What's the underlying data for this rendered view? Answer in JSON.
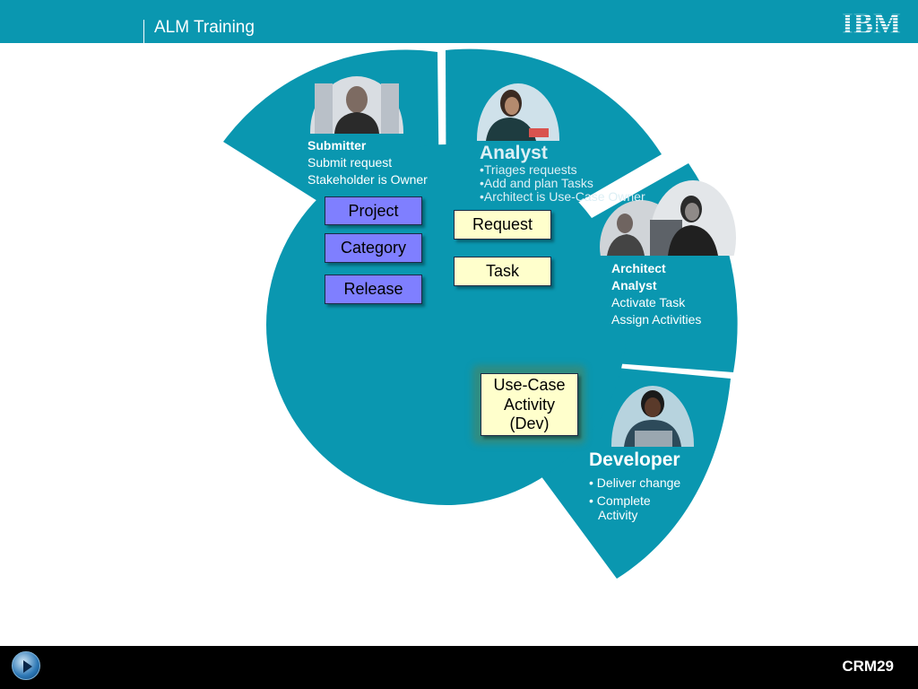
{
  "header": {
    "title": "ALM Training",
    "logo_text": "IBM"
  },
  "footer": {
    "page_id": "CRM29"
  },
  "colors": {
    "accent": "#0a97b0",
    "blue_box": "#7f7fff",
    "yellow_box": "#ffffcc"
  },
  "roles": {
    "submitter": {
      "title": "Submitter",
      "lines": [
        "Submit request",
        "Stakeholder is Owner"
      ]
    },
    "analyst": {
      "title": "Analyst",
      "bullets": [
        "•Triages requests",
        "•Add and plan Tasks",
        "•Architect is Use-Case Owner"
      ]
    },
    "architect": {
      "title1": "Architect",
      "title2": "Analyst",
      "lines": [
        "Activate Task",
        "Assign Activities"
      ]
    },
    "developer": {
      "title": "Developer",
      "bullet1": "• Deliver change",
      "bullet2_l1": "• Complete",
      "bullet2_l2": "Activity"
    }
  },
  "boxes": {
    "project": "Project",
    "category": "Category",
    "release": "Release",
    "request": "Request",
    "task": "Task",
    "usecase": [
      "Use-Case",
      "Activity",
      "(Dev)"
    ]
  }
}
